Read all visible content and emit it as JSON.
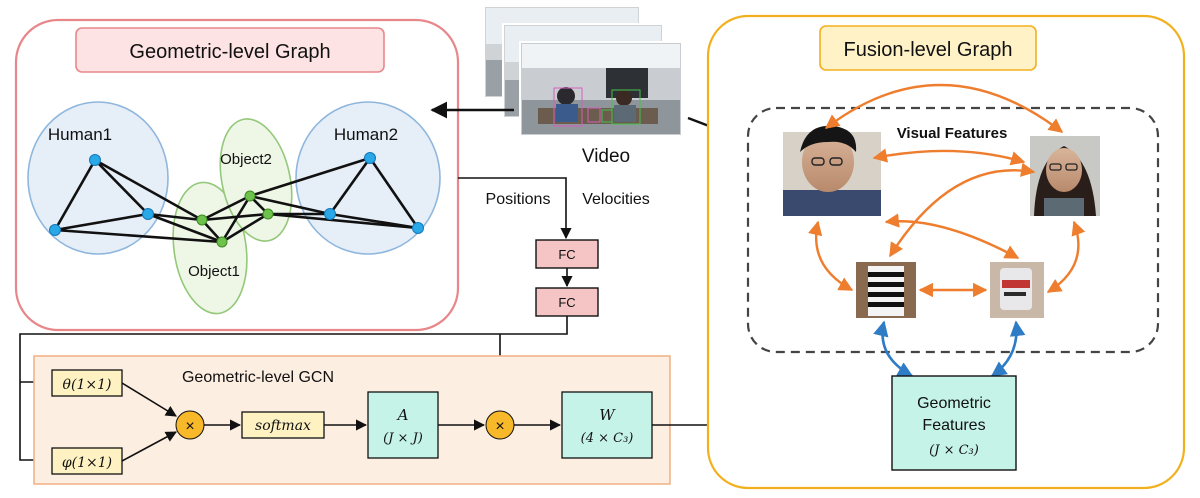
{
  "geometric_graph": {
    "title": "Geometric-level Graph",
    "nodes": {
      "human1": "Human1",
      "human2": "Human2",
      "object1": "Object1",
      "object2": "Object2"
    }
  },
  "video": {
    "label": "Video"
  },
  "fusion_graph": {
    "title": "Fusion-level Graph",
    "visual_features": "Visual Features",
    "geometric_features": {
      "line1": "Geometric",
      "line2": "Features",
      "dim": "(J × C₃)"
    }
  },
  "stream": {
    "positions": "Positions",
    "velocities": "Velocities",
    "fc1": "FC",
    "fc2": "FC"
  },
  "gcn": {
    "title": "Geometric-level GCN",
    "theta": "θ(1×1)",
    "phi": "φ(1×1)",
    "multiply": "×",
    "softmax": "softmax",
    "A_symbol": "A",
    "A_dim": "(J × J)",
    "W_symbol": "W",
    "W_dim": "(4 × C₃)"
  },
  "colors": {
    "geom_panel_border": "#e8878a",
    "geom_title_bg": "#fde3e3",
    "fusion_panel_border": "#f2b01e",
    "fusion_title_bg": "#fff2c7",
    "gcn_panel_bg": "#fdeee2",
    "gcn_panel_border": "#f2b48a",
    "fc_fill": "#f5c5c5",
    "theta_fill": "#fff2c2",
    "matrix_fill": "#c6f3e8",
    "mult_fill": "#f7b82a",
    "human_ellipse": "#e6eef8",
    "object_ellipse": "#eef6e6",
    "human_node": "#29a8e8",
    "object_node": "#6cc24a",
    "orange_arrow": "#ee7d2e",
    "blue_arrow": "#2f7cc6"
  }
}
